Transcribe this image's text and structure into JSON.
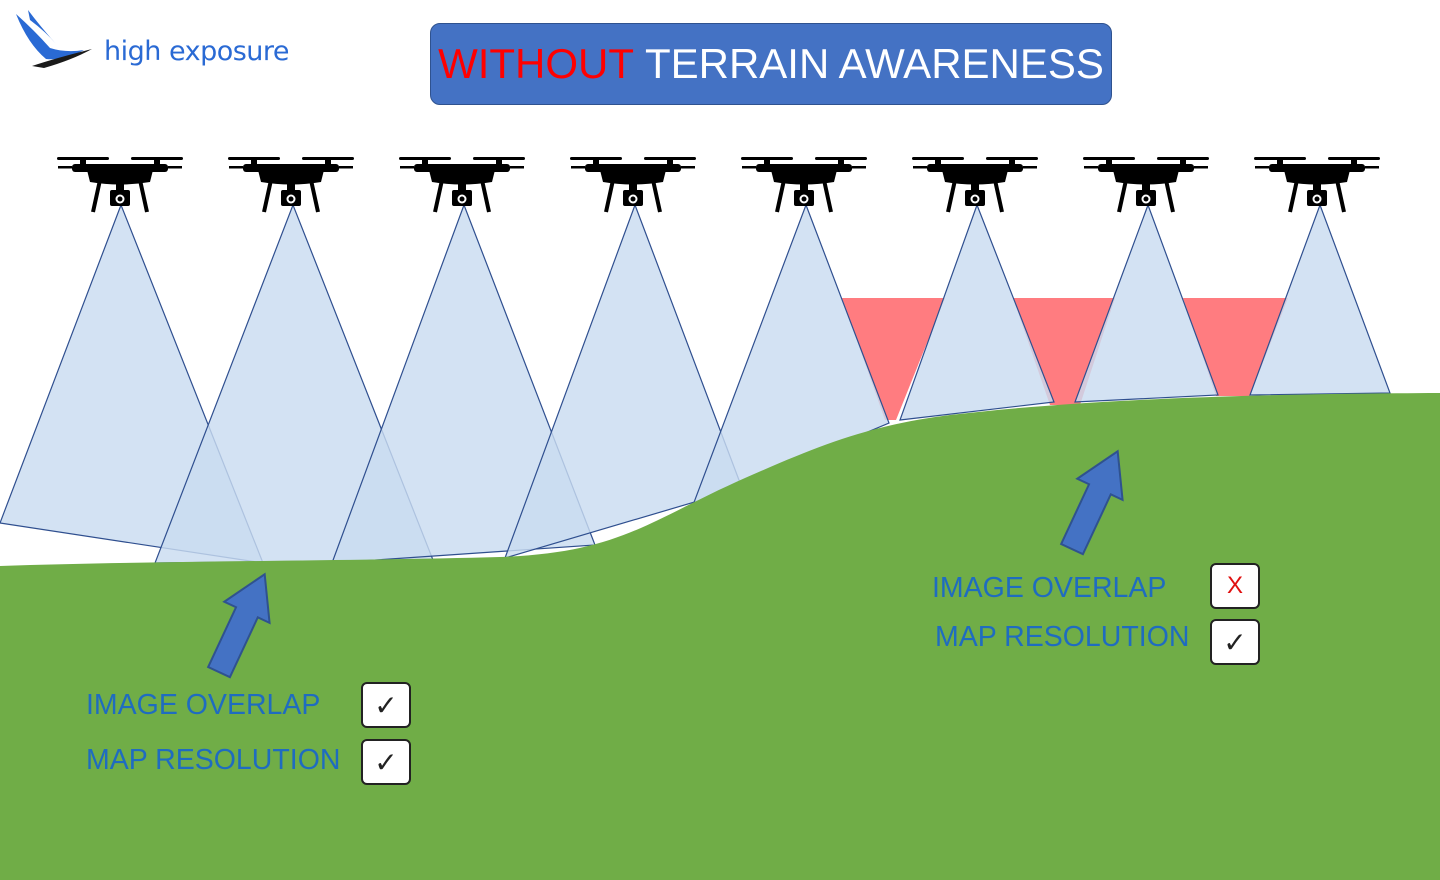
{
  "logo": {
    "text": "high exposure"
  },
  "title": {
    "red_part": "WITHOUT",
    "rest": " TERRAIN AWARENESS"
  },
  "left_panel": {
    "rows": [
      {
        "label": "IMAGE OVERLAP",
        "mark": "✓",
        "status": "pass"
      },
      {
        "label": "MAP RESOLUTION",
        "mark": "✓",
        "status": "pass"
      }
    ]
  },
  "right_panel": {
    "rows": [
      {
        "label": "IMAGE OVERLAP",
        "mark": "X",
        "status": "fail"
      },
      {
        "label": "MAP RESOLUTION",
        "mark": "✓",
        "status": "pass"
      }
    ]
  },
  "drones": {
    "count": 8,
    "icon": "drone-icon"
  },
  "colors": {
    "title_bg": "#4472c4",
    "title_highlight": "#ff0000",
    "ground": "#70ad47",
    "camera_footprint": "#c9dcf0",
    "coverage_gap": "#ff7c80",
    "arrow": "#4472c4",
    "label_text": "#1f6cc0"
  }
}
